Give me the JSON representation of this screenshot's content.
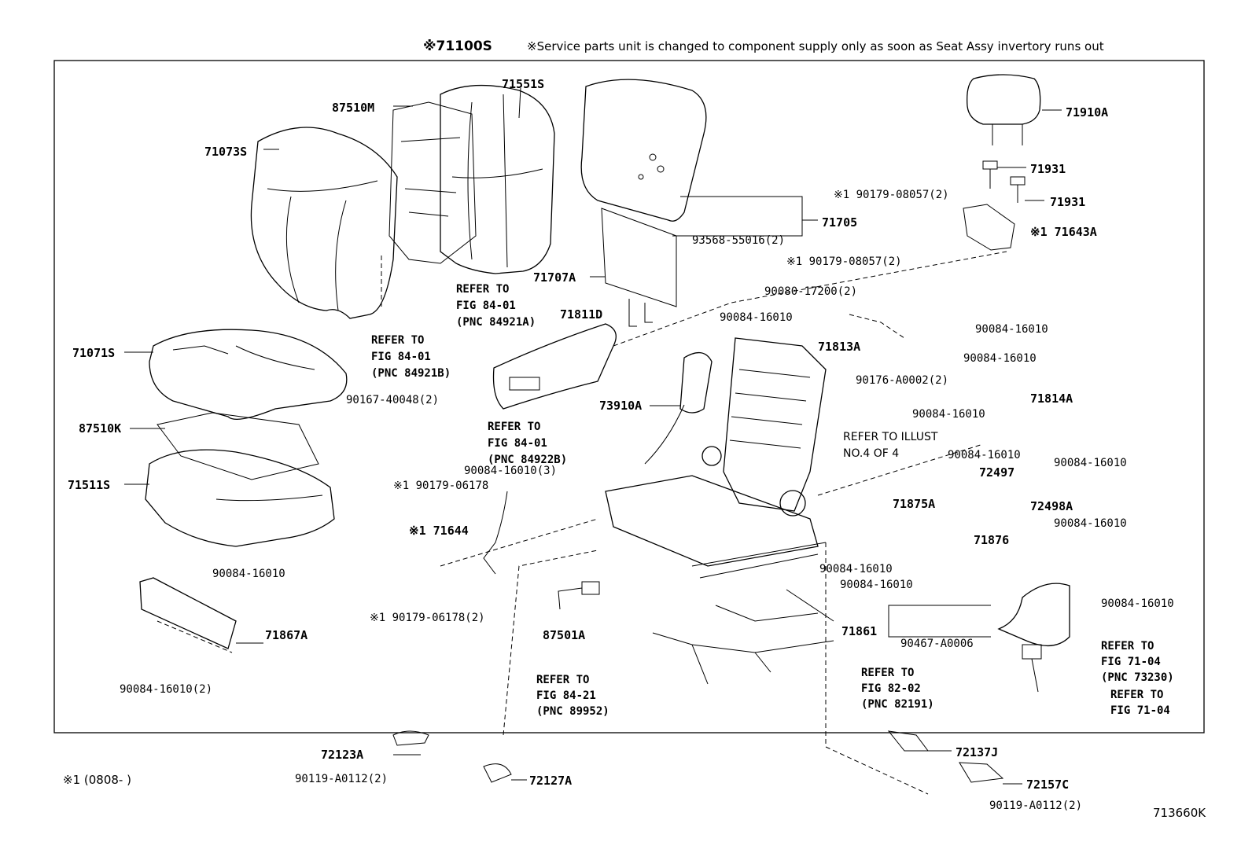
{
  "header": {
    "assy": "※71100S",
    "note": "※Service parts unit is changed to component supply only as soon as Seat Assy invertory runs out"
  },
  "footnote": "※1 (0808-     )",
  "illustration_id": "713660K",
  "labels": {
    "p71551S": "71551S",
    "p87510M": "87510M",
    "p71073S": "71073S",
    "p71705": "71705",
    "p93568": "93568-55016(2)",
    "p71707A": "71707A",
    "p71910A": "71910A",
    "p71931a": "71931",
    "p71931b": "71931",
    "p90179_08057a": "※1 90179-08057(2)",
    "p71643A": "※1 71643A",
    "p90179_08057b": "※1 90179-08057(2)",
    "p90080": "90080-17200(2)",
    "p90084_a": "90084-16010",
    "p71811D": "71811D",
    "p90084_b": "90084-16010",
    "p71813A": "71813A",
    "p90084_c": "90084-16010",
    "p90176": "90176-A0002(2)",
    "p71071S": "71071S",
    "p90167": "90167-40048(2)",
    "p73910A": "73910A",
    "p71814A": "71814A",
    "p90084_d": "90084-16010",
    "p90084_e": "90084-16010",
    "p87510K": "87510K",
    "p90084_f": "90084-16010(3)",
    "p90084_g": "90084-16010",
    "p72497": "72497",
    "p71511S": "71511S",
    "p90179_06178a": "※1 90179-06178",
    "p71875A": "71875A",
    "p72498A": "72498A",
    "p90084_h": "90084-16010",
    "p71644": "※1 71644",
    "p71876": "71876",
    "p90084_i": "90084-16010",
    "p90084_j": "90084-16010",
    "p90084_k": "90084-16010",
    "p90179_06178b": "※1 90179-06178(2)",
    "p87501A": "87501A",
    "p90084_l": "90084-16010",
    "p71867A": "71867A",
    "p71861": "71861",
    "p90467": "90467-A0006",
    "p90084_m": "90084-16010(2)",
    "p72123A": "72123A",
    "p90119a": "90119-A0112(2)",
    "p72127A": "72127A",
    "p72137J": "72137J",
    "p72157C": "72157C",
    "p90119b": "90119-A0112(2)"
  },
  "refers": {
    "r1": [
      "REFER TO",
      "FIG 84-01",
      "(PNC 84921A)"
    ],
    "r2": [
      "REFER TO",
      "FIG 84-01",
      "(PNC 84921B)"
    ],
    "r3": [
      "REFER TO",
      "FIG 84-01",
      "(PNC 84922B)"
    ],
    "r4": [
      "REFER TO ILLUST",
      "NO.4 OF 4"
    ],
    "r5": [
      "REFER TO",
      "FIG 84-21",
      "(PNC 89952)"
    ],
    "r6": [
      "REFER TO",
      "FIG 82-02",
      "(PNC 82191)"
    ],
    "r7": [
      "REFER TO",
      "FIG 71-04",
      "(PNC 73230)"
    ],
    "r8": [
      "REFER TO",
      "FIG 71-04"
    ]
  }
}
